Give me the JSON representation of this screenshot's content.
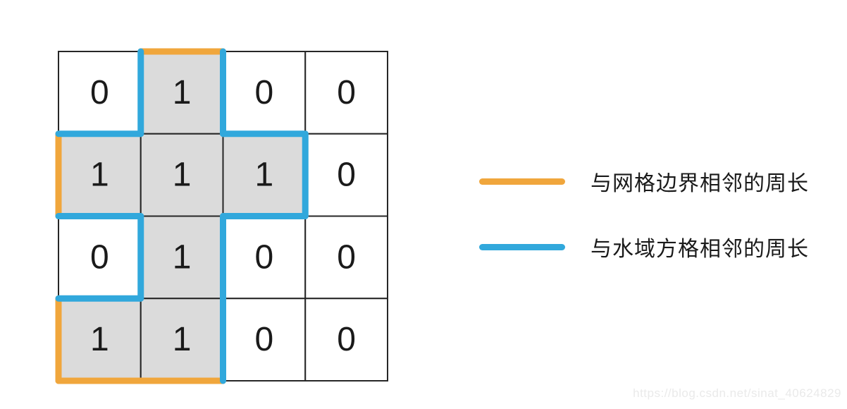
{
  "colors": {
    "boundary": "#F0A63C",
    "water_adjacent": "#31A8DC",
    "land_fill": "#DBDBDB",
    "water_fill": "#FFFFFF",
    "grid_line": "#262626",
    "text": "#1A1A1A",
    "watermark": "#EAEAEA"
  },
  "grid": {
    "rows": 4,
    "cols": 4,
    "values": [
      [
        0,
        1,
        0,
        0
      ],
      [
        1,
        1,
        1,
        0
      ],
      [
        0,
        1,
        0,
        0
      ],
      [
        1,
        1,
        0,
        0
      ]
    ],
    "perimeter_edges": [
      {
        "row": 0,
        "col": 1,
        "side": "top",
        "type": "boundary"
      },
      {
        "row": 1,
        "col": 0,
        "side": "left",
        "type": "boundary"
      },
      {
        "row": 3,
        "col": 0,
        "side": "left",
        "type": "boundary"
      },
      {
        "row": 3,
        "col": 0,
        "side": "bottom",
        "type": "boundary"
      },
      {
        "row": 3,
        "col": 1,
        "side": "bottom",
        "type": "boundary"
      },
      {
        "row": 0,
        "col": 1,
        "side": "left",
        "type": "water_adjacent"
      },
      {
        "row": 0,
        "col": 1,
        "side": "right",
        "type": "water_adjacent"
      },
      {
        "row": 1,
        "col": 0,
        "side": "top",
        "type": "water_adjacent"
      },
      {
        "row": 1,
        "col": 0,
        "side": "bottom",
        "type": "water_adjacent"
      },
      {
        "row": 1,
        "col": 2,
        "side": "top",
        "type": "water_adjacent"
      },
      {
        "row": 1,
        "col": 2,
        "side": "right",
        "type": "water_adjacent"
      },
      {
        "row": 1,
        "col": 2,
        "side": "bottom",
        "type": "water_adjacent"
      },
      {
        "row": 2,
        "col": 1,
        "side": "left",
        "type": "water_adjacent"
      },
      {
        "row": 2,
        "col": 1,
        "side": "right",
        "type": "water_adjacent"
      },
      {
        "row": 3,
        "col": 0,
        "side": "top",
        "type": "water_adjacent"
      },
      {
        "row": 3,
        "col": 1,
        "side": "right",
        "type": "water_adjacent"
      }
    ]
  },
  "legend": {
    "items": [
      {
        "type": "boundary",
        "label": "与网格边界相邻的周长"
      },
      {
        "type": "water_adjacent",
        "label": "与水域方格相邻的周长"
      }
    ]
  },
  "watermark": "https://blog.csdn.net/sinat_40624829"
}
